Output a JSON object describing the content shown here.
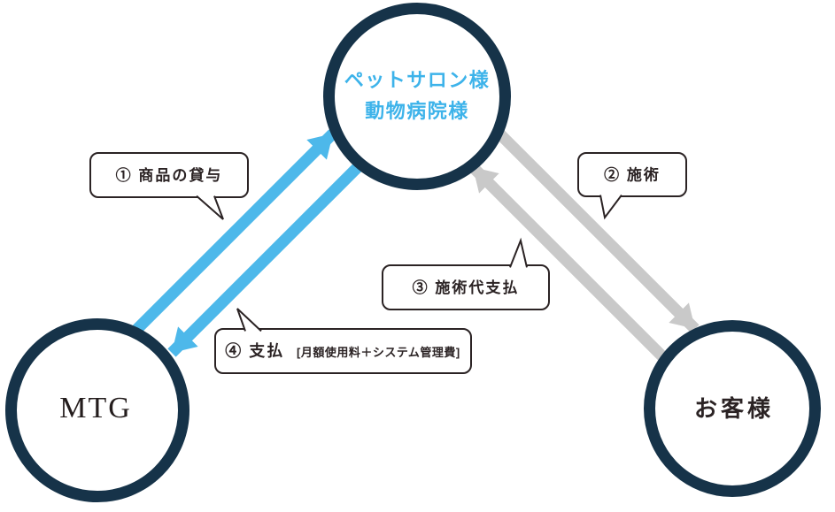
{
  "diagram": {
    "title_hint": "MTG pet salon service flow diagram",
    "nodes": {
      "pet_salon": {
        "line1": "ペットサロン様",
        "line2": "動物病院様",
        "text_color": "#3db3ea"
      },
      "mtg": {
        "label": "MTG"
      },
      "customer": {
        "label": "お客様"
      }
    },
    "labels": {
      "step1": "① 商品の貸与",
      "step2": "② 施術",
      "step3": "③ 施術代支払",
      "step4_main": "④ 支払",
      "step4_note": "[月額使用料＋システム管理費]"
    },
    "arrows": [
      {
        "id": "lend",
        "from": "MTG",
        "to": "ペットサロン様・動物病院様",
        "label": "① 商品の貸与",
        "color": "#4db8ea"
      },
      {
        "id": "treatment",
        "from": "ペットサロン様・動物病院様",
        "to": "お客様",
        "label": "② 施術",
        "color": "#c9c9c9"
      },
      {
        "id": "treatment-fee",
        "from": "お客様",
        "to": "ペットサロン様・動物病院様",
        "label": "③ 施術代支払",
        "color": "#c9c9c9"
      },
      {
        "id": "payment-to-mtg",
        "from": "ペットサロン様・動物病院様",
        "to": "MTG",
        "label": "④ 支払 [月額使用料＋システム管理費]",
        "color": "#4db8ea"
      }
    ],
    "colors": {
      "ring_navy": "#163349",
      "blue_arrow": "#4db8ea",
      "gray_arrow": "#c9c9c9",
      "dark_text": "#2b2324",
      "background": "#ffffff"
    }
  }
}
